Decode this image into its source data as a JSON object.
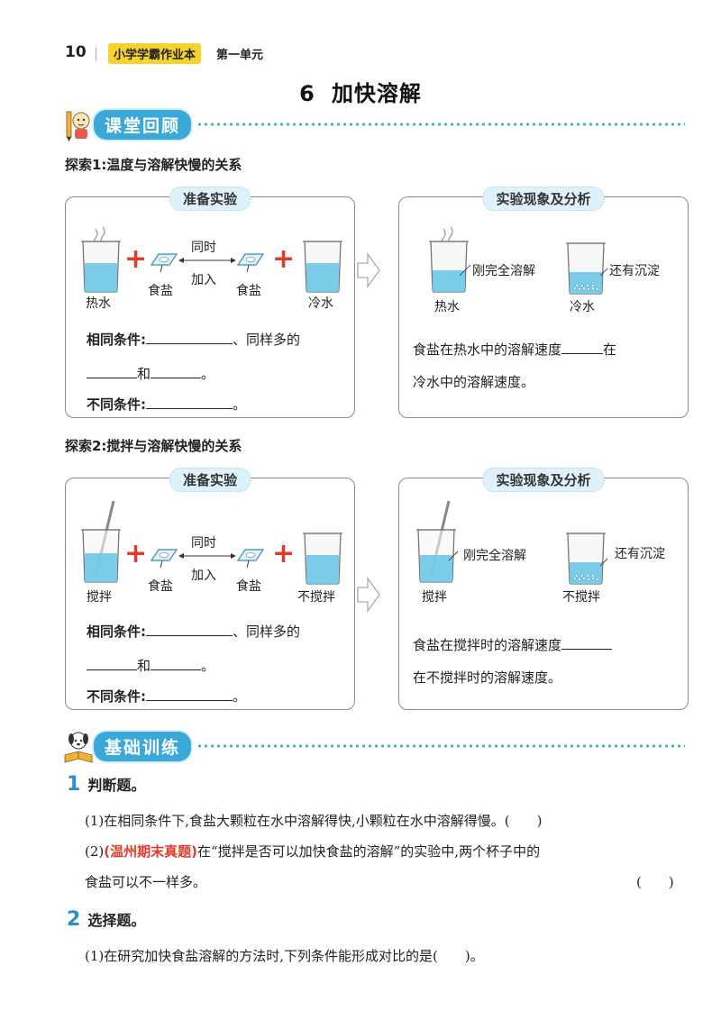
{
  "header": {
    "page_number": "10",
    "book_name": "小学学霸作业本",
    "unit": "第一单元"
  },
  "lesson": {
    "number": "6",
    "title": "加快溶解"
  },
  "section1": {
    "title": "课堂回顾"
  },
  "explore1": {
    "title": "探索1:温度与溶解快慢的关系",
    "prep": {
      "tag": "准备实验",
      "label_left_beaker": "热水",
      "label_salt_left": "食盐",
      "label_salt_right": "食盐",
      "label_right_beaker": "冷水",
      "arrow_top": "同时",
      "arrow_bottom": "加入",
      "same_cond_label": "相同条件:",
      "same_cond_suffix": "、同样多的",
      "and": "和",
      "period": "。",
      "diff_cond_label": "不同条件:",
      "diff_period": "。"
    },
    "result": {
      "tag": "实验现象及分析",
      "left_note": "刚完全溶解",
      "right_note": "还有沉淀",
      "left_label": "热水",
      "right_label": "冷水",
      "line1_a": "食盐在热水中的溶解速度",
      "line1_b": "在",
      "line2": "冷水中的溶解速度。"
    }
  },
  "explore2": {
    "title": "探索2:搅拌与溶解快慢的关系",
    "prep": {
      "tag": "准备实验",
      "label_left_beaker": "搅拌",
      "label_salt_left": "食盐",
      "label_salt_right": "食盐",
      "label_right_beaker": "不搅拌",
      "arrow_top": "同时",
      "arrow_bottom": "加入",
      "same_cond_label": "相同条件:",
      "same_cond_suffix": "、同样多的",
      "and": "和",
      "period": "。",
      "diff_cond_label": "不同条件:",
      "diff_period": "。"
    },
    "result": {
      "tag": "实验现象及分析",
      "left_note": "刚完全溶解",
      "right_note": "还有沉淀",
      "left_label": "搅拌",
      "right_label": "不搅拌",
      "line1": "食盐在搅拌时的溶解速度",
      "line2": "在不搅拌时的溶解速度。"
    }
  },
  "section2": {
    "title": "基础训练"
  },
  "questions": {
    "q1": {
      "number": "1",
      "title": "判断题。",
      "item1": "(1)在相同条件下,食盐大颗粒在水中溶解得快,小颗粒在水中溶解得慢。(　　)",
      "item2_prefix": "(2)",
      "item2_tag": "(温州期末真题)",
      "item2_rest": "在“搅拌是否可以加快食盐的溶解”的实验中,两个杯子中的",
      "item2_line2": "食盐可以不一样多。",
      "item2_paren": "(　　)"
    },
    "q2": {
      "number": "2",
      "title": "选择题。",
      "item1": "(1)在研究加快食盐溶解的方法时,下列条件能形成对比的是(　　)。"
    }
  },
  "colors": {
    "accent_blue": "#3aa9d8",
    "dot_green": "#3fbf8f",
    "red": "#e23a2b",
    "tag_yellow": "#f6d32b",
    "water": "#6cc6e6"
  }
}
